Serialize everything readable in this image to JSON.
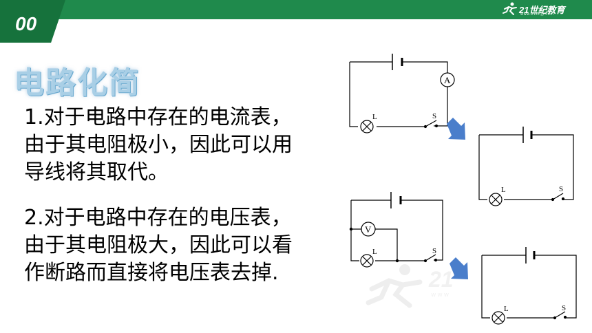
{
  "header": {
    "page_number": "00",
    "logo_text": "21世纪教育",
    "logo_sub": "www.21cnjy.com",
    "colors": {
      "bar": "#1f8a4c",
      "badge": "#16723c"
    }
  },
  "title": "电路化简",
  "paragraphs": [
    {
      "lines": [
        "1.对于电路中存在的电流表，",
        "由于其电阻极小，因此可以用",
        "导线将其取代。"
      ]
    },
    {
      "lines": [
        "2.对于电路中存在的电压表，",
        "由于其电阻极大，因此可以看",
        "作断路而直接将电压表去掉."
      ]
    }
  ],
  "circuits": {
    "ammeter_symbol": "A",
    "voltmeter_symbol": "V",
    "lamp_label": "L",
    "switch_label": "S"
  },
  "watermark": {
    "text": "21",
    "sub": "www"
  },
  "arrow_color": "#4a7ecb"
}
